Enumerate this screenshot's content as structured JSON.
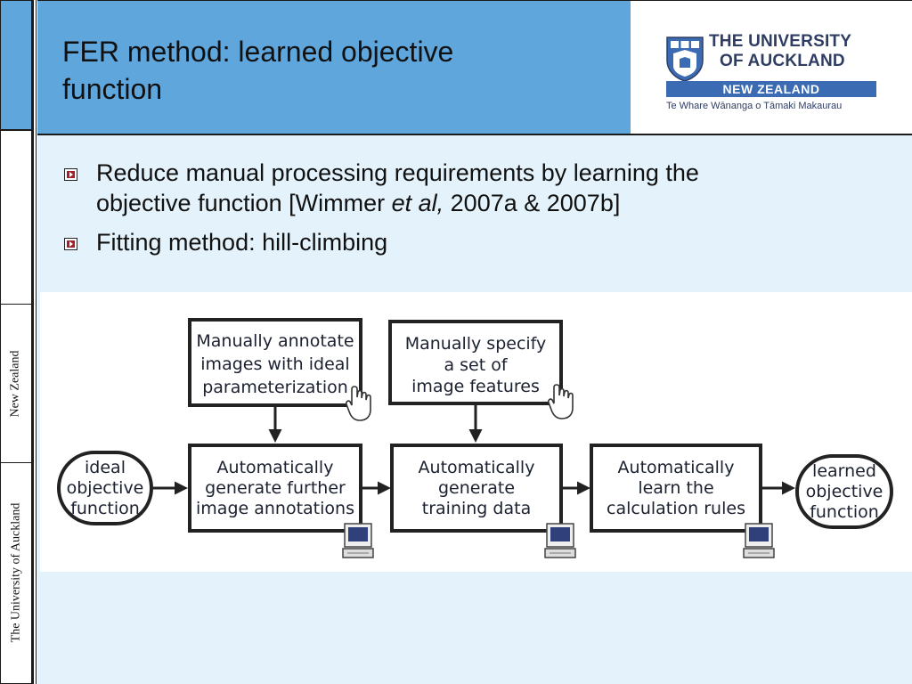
{
  "slide": {
    "title_line1": "FER method: learned objective",
    "title_line2": "function"
  },
  "sidebar": {
    "label_top": "New Zealand",
    "label_bottom": "The University of Auckland"
  },
  "logo": {
    "line1": "THE UNIVERSITY",
    "line2": "OF AUCKLAND",
    "country": "NEW ZEALAND",
    "maori": "Te Whare Wānanga o Tāmaki Makaurau"
  },
  "bullets": [
    {
      "line1": "Reduce manual processing requirements by learning the",
      "line2_pre": "objective function [Wimmer ",
      "line2_italic": "et al,",
      "line2_post": " 2007a & 2007b]"
    },
    {
      "line1": "Fitting method: hill-climbing"
    }
  ],
  "diagram": {
    "manual_annotate": [
      "Manually annotate",
      "images with ideal",
      "parameterization"
    ],
    "manual_specify": [
      "Manually specify",
      "a set of",
      "image features"
    ],
    "ideal": [
      "ideal",
      "objective",
      "function"
    ],
    "auto_annotate": [
      "Automatically",
      "generate further",
      "image annotations"
    ],
    "auto_training": [
      "Automatically",
      "generate",
      "training data"
    ],
    "auto_learn": [
      "Automatically",
      "learn the",
      "calculation rules"
    ],
    "learned": [
      "learned",
      "objective",
      "function"
    ]
  }
}
